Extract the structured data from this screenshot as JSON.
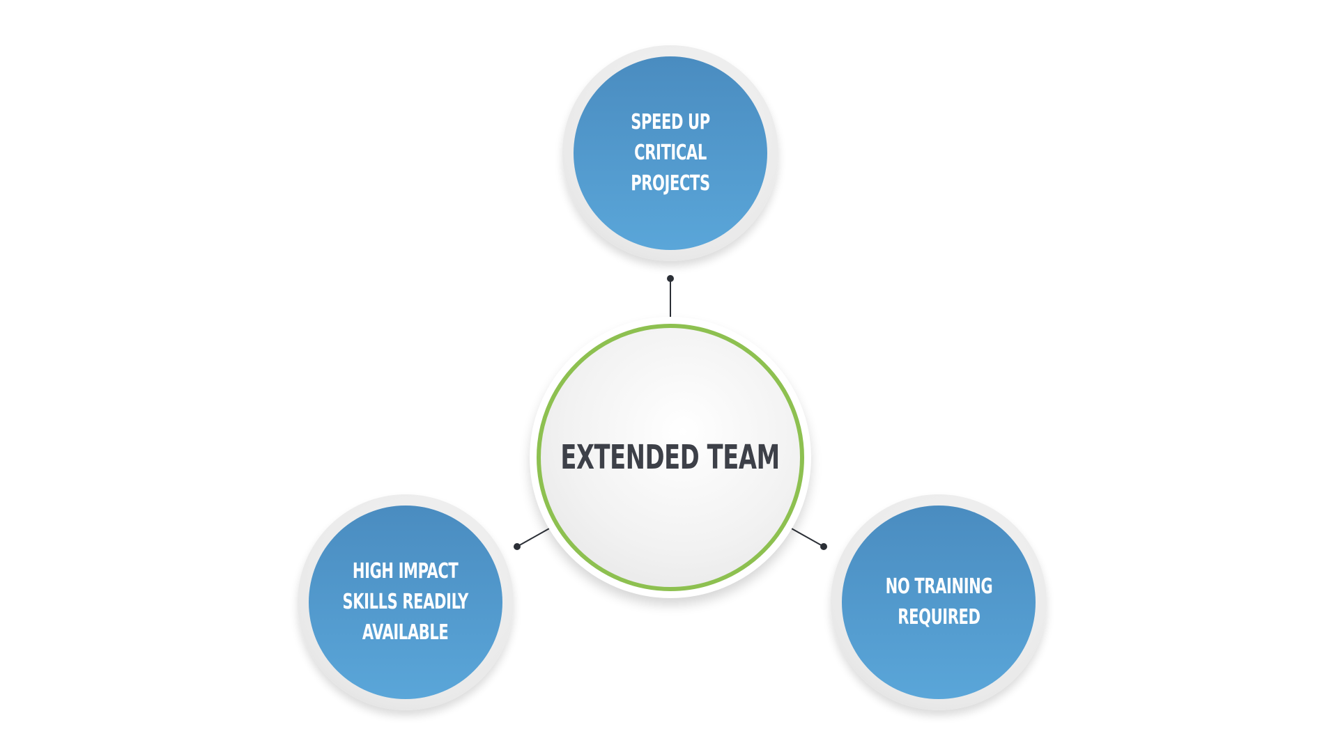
{
  "center": {
    "label": "EXTENDED TEAM"
  },
  "nodes": {
    "top": {
      "label": "SPEED UP\nCRITICAL PROJECTS"
    },
    "left": {
      "label": "HIGH IMPACT\nSKILLS READILY\nAVAILABLE"
    },
    "right": {
      "label": "NO TRAINING\nREQUIRED"
    }
  },
  "colors": {
    "node_fill_top": "#4a8cc0",
    "node_fill_bottom": "#5aa6d9",
    "center_ring": "#8dc050",
    "center_text": "#3d4048",
    "connector": "#2b2f36"
  }
}
